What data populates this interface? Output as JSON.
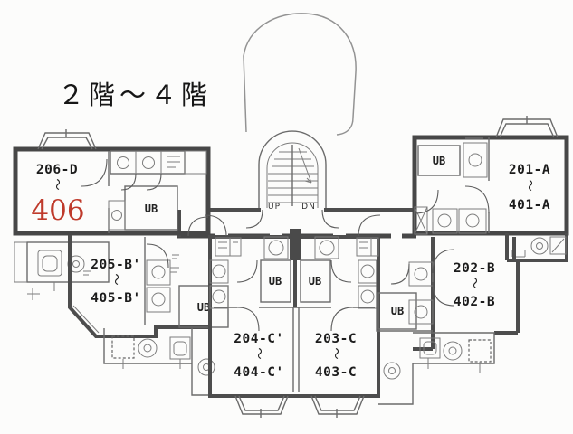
{
  "title": "２階〜４階",
  "plan": {
    "stair_up": "UP",
    "stair_dn": "DN",
    "ub_label": "UB",
    "range_mark": "〜",
    "highlight_color": "#bf3a2b",
    "units": {
      "d206": {
        "id": "206-D",
        "highlight": "406"
      },
      "a201": {
        "id": "201-A",
        "upper": "401-A"
      },
      "b205": {
        "id": "205-B'",
        "upper": "405-B'"
      },
      "b202": {
        "id": "202-B",
        "upper": "402-B"
      },
      "c204": {
        "id": "204-C'",
        "upper": "404-C'"
      },
      "c203": {
        "id": "203-C",
        "upper": "403-C"
      }
    }
  }
}
